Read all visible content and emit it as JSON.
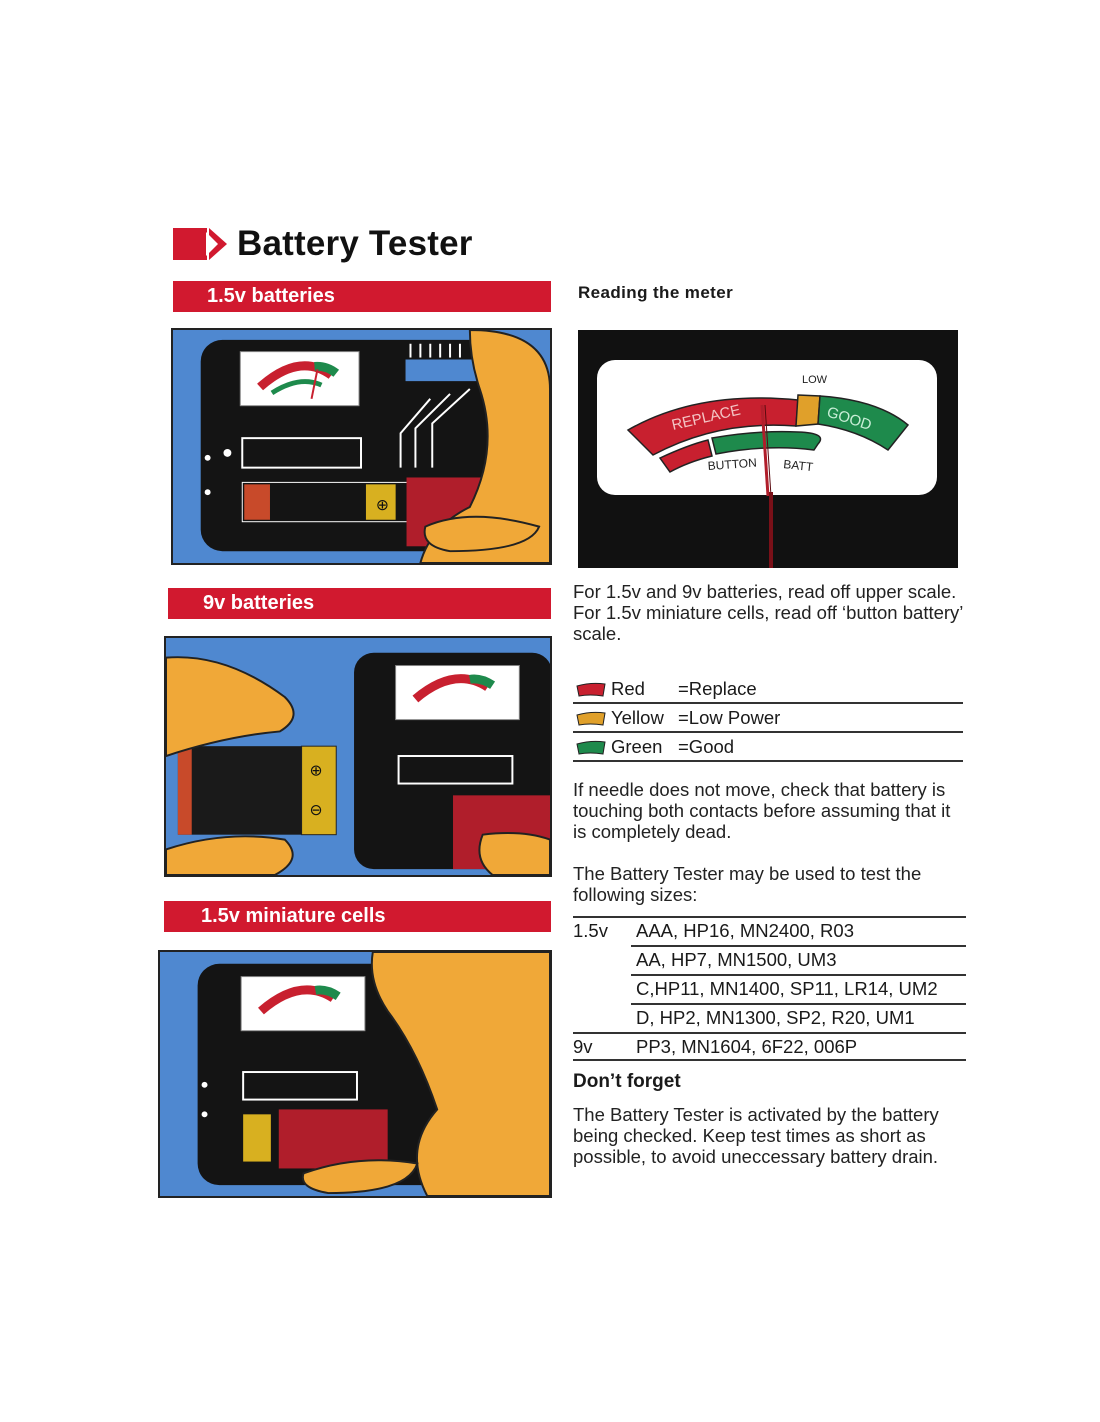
{
  "title": "Battery Tester",
  "sections": [
    {
      "label": "1.5v batteries"
    },
    {
      "label": "9v batteries"
    },
    {
      "label": "1.5v miniature cells"
    }
  ],
  "meter": {
    "heading": "Reading the meter",
    "labels": {
      "low": "LOW",
      "replace": "REPLACE",
      "good": "GOOD",
      "button": "BUTTON",
      "batt": "BATT"
    }
  },
  "reading_instructions": {
    "line1": "For 1.5v and 9v batteries, read off upper scale.",
    "line2": "For 1.5v miniature cells, read off ‘button battery’ scale."
  },
  "legend": [
    {
      "color_name": "Red",
      "meaning": "=Replace",
      "hex": "#c8202f"
    },
    {
      "color_name": "Yellow",
      "meaning": "=Low Power",
      "hex": "#e0a02a"
    },
    {
      "color_name": "Green",
      "meaning": "=Good",
      "hex": "#1e8a4c"
    }
  ],
  "needle_note": "If needle does not move, check that battery is touching both contacts before assuming that it is completely dead.",
  "sizes_intro": "The Battery Tester may be used to test the following sizes:",
  "sizes": [
    {
      "voltage": "1.5v",
      "list": "AAA, HP16, MN2400, R03"
    },
    {
      "voltage": "",
      "list": "AA, HP7, MN1500, UM3"
    },
    {
      "voltage": "",
      "list": "C,HP11, MN1400, SP11, LR14, UM2"
    },
    {
      "voltage": "",
      "list": "D, HP2, MN1300, SP2, R20, UM1"
    },
    {
      "voltage": "9v",
      "list": "PP3, MN1604, 6F22, 006P"
    }
  ],
  "dont_forget": {
    "heading": "Don’t forget",
    "text": "The Battery Tester is activated by the battery being checked. Keep test times as short as possible, to avoid uneccessary battery drain."
  },
  "colors": {
    "accent_red": "#d1192f",
    "panel_blue": "#4f88d0",
    "device_black": "#141414",
    "skin": "#f0a838"
  }
}
